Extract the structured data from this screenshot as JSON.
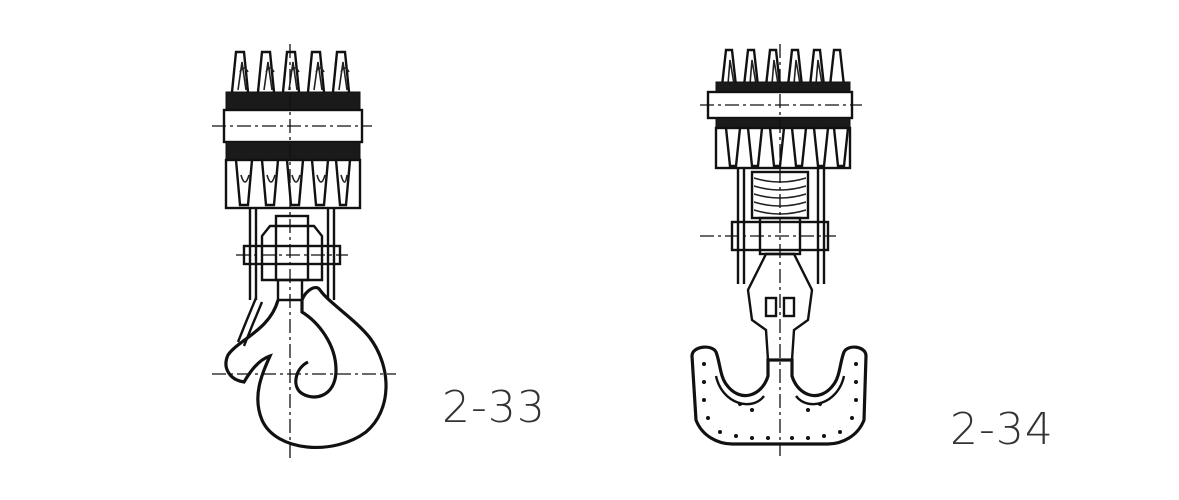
{
  "figures": [
    {
      "label": "2-33"
    },
    {
      "label": "2-34"
    }
  ],
  "colors": {
    "ink": "#111111",
    "background": "#ffffff",
    "label": "#333333"
  },
  "icons": [
    "single-hook-block-drawing",
    "double-hook-block-drawing"
  ]
}
